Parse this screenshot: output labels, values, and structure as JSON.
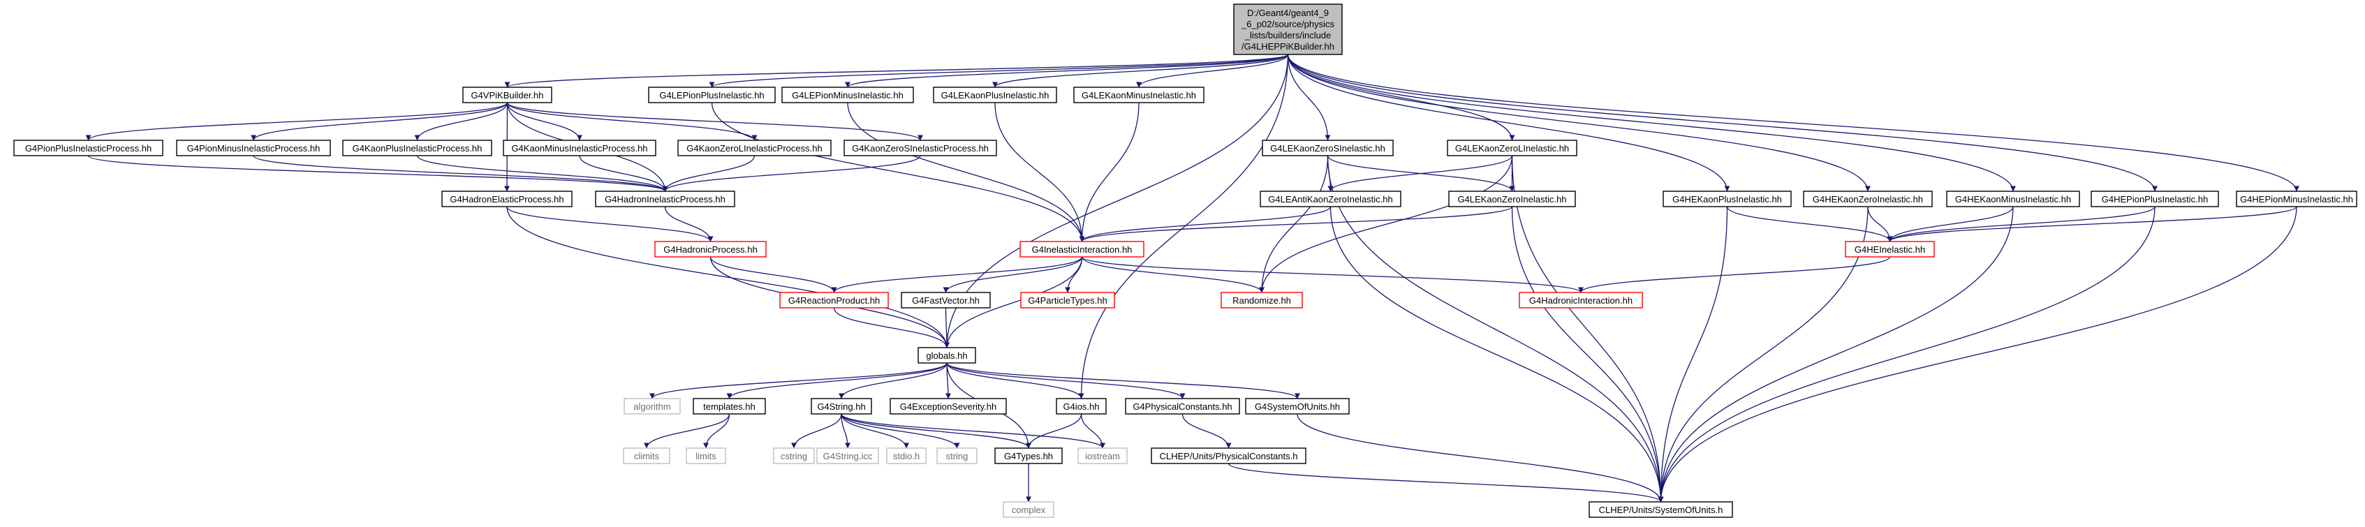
{
  "root_title_lines": [
    "D:/Geant4/geant4_9",
    "_6_p02/source/physics",
    "_lists/builders/include",
    "/G4LHEPPiKBuilder.hh"
  ],
  "colors": {
    "root_fill": "#bfbfbf",
    "normal_border": "#000000",
    "truncated_border": "#ff0000",
    "system_border": "#bfbfbf",
    "system_text": "#6e6e6e",
    "edge": "#191970"
  },
  "nodes": [
    {
      "id": "root",
      "kind": "root"
    },
    {
      "id": "vpik",
      "label": "G4VPiKBuilder.hh",
      "kind": "normal"
    },
    {
      "id": "lepip",
      "label": "G4LEPionPlusInelastic.hh",
      "kind": "normal"
    },
    {
      "id": "lepim",
      "label": "G4LEPionMinusInelastic.hh",
      "kind": "normal"
    },
    {
      "id": "lekp",
      "label": "G4LEKaonPlusInelastic.hh",
      "kind": "normal"
    },
    {
      "id": "lekm",
      "label": "G4LEKaonMinusInelastic.hh",
      "kind": "normal"
    },
    {
      "id": "lek0s",
      "label": "G4LEKaonZeroSInelastic.hh",
      "kind": "normal"
    },
    {
      "id": "lek0l",
      "label": "G4LEKaonZeroLInelastic.hh",
      "kind": "normal"
    },
    {
      "id": "pipip",
      "label": "G4PionPlusInelasticProcess.hh",
      "kind": "normal"
    },
    {
      "id": "pimip",
      "label": "G4PionMinusInelasticProcess.hh",
      "kind": "normal"
    },
    {
      "id": "kpip",
      "label": "G4KaonPlusInelasticProcess.hh",
      "kind": "normal"
    },
    {
      "id": "kmip",
      "label": "G4KaonMinusInelasticProcess.hh",
      "kind": "normal"
    },
    {
      "id": "k0lip",
      "label": "G4KaonZeroLInelasticProcess.hh",
      "kind": "normal"
    },
    {
      "id": "k0sip",
      "label": "G4KaonZeroSInelasticProcess.hh",
      "kind": "normal"
    },
    {
      "id": "hep",
      "label": "G4HadronElasticProcess.hh",
      "kind": "normal"
    },
    {
      "id": "hip",
      "label": "G4HadronInelasticProcess.hh",
      "kind": "normal"
    },
    {
      "id": "leak0",
      "label": "G4LEAntiKaonZeroInelastic.hh",
      "kind": "normal"
    },
    {
      "id": "lek0",
      "label": "G4LEKaonZeroInelastic.hh",
      "kind": "normal"
    },
    {
      "id": "hekp",
      "label": "G4HEKaonPlusInelastic.hh",
      "kind": "normal"
    },
    {
      "id": "hek0",
      "label": "G4HEKaonZeroInelastic.hh",
      "kind": "normal"
    },
    {
      "id": "hekm",
      "label": "G4HEKaonMinusInelastic.hh",
      "kind": "normal"
    },
    {
      "id": "hepip",
      "label": "G4HEPionPlusInelastic.hh",
      "kind": "normal"
    },
    {
      "id": "hepim",
      "label": "G4HEPionMinusInelastic.hh",
      "kind": "normal"
    },
    {
      "id": "hadproc",
      "label": "G4HadronicProcess.hh",
      "kind": "truncated"
    },
    {
      "id": "inelint",
      "label": "G4InelasticInteraction.hh",
      "kind": "truncated"
    },
    {
      "id": "heinel",
      "label": "G4HEInelastic.hh",
      "kind": "truncated"
    },
    {
      "id": "reacprod",
      "label": "G4ReactionProduct.hh",
      "kind": "truncated"
    },
    {
      "id": "fastvec",
      "label": "G4FastVector.hh",
      "kind": "normal"
    },
    {
      "id": "parttypes",
      "label": "G4ParticleTypes.hh",
      "kind": "truncated"
    },
    {
      "id": "randomize",
      "label": "Randomize.hh",
      "kind": "truncated"
    },
    {
      "id": "hadint",
      "label": "G4HadronicInteraction.hh",
      "kind": "truncated"
    },
    {
      "id": "globals",
      "label": "globals.hh",
      "kind": "normal"
    },
    {
      "id": "algorithm",
      "label": "algorithm",
      "kind": "system"
    },
    {
      "id": "templates",
      "label": "templates.hh",
      "kind": "normal"
    },
    {
      "id": "g4string",
      "label": "G4String.hh",
      "kind": "normal"
    },
    {
      "id": "excsev",
      "label": "G4ExceptionSeverity.hh",
      "kind": "normal"
    },
    {
      "id": "g4ios",
      "label": "G4ios.hh",
      "kind": "normal"
    },
    {
      "id": "physconst",
      "label": "G4PhysicalConstants.hh",
      "kind": "normal"
    },
    {
      "id": "sysunits",
      "label": "G4SystemOfUnits.hh",
      "kind": "normal"
    },
    {
      "id": "climits",
      "label": "climits",
      "kind": "system"
    },
    {
      "id": "limits",
      "label": "limits",
      "kind": "system"
    },
    {
      "id": "cstring",
      "label": "cstring",
      "kind": "system"
    },
    {
      "id": "g4stringicc",
      "label": "G4String.icc",
      "kind": "system"
    },
    {
      "id": "stdio",
      "label": "stdio.h",
      "kind": "system"
    },
    {
      "id": "string",
      "label": "string",
      "kind": "system"
    },
    {
      "id": "g4types",
      "label": "G4Types.hh",
      "kind": "normal"
    },
    {
      "id": "iostream",
      "label": "iostream",
      "kind": "system"
    },
    {
      "id": "clhepphys",
      "label": "CLHEP/Units/PhysicalConstants.h",
      "kind": "normal"
    },
    {
      "id": "complex",
      "label": "complex",
      "kind": "system"
    },
    {
      "id": "clhepsys",
      "label": "CLHEP/Units/SystemOfUnits.h",
      "kind": "normal"
    }
  ],
  "edges": [
    [
      "root",
      "vpik"
    ],
    [
      "root",
      "lepip"
    ],
    [
      "root",
      "lepim"
    ],
    [
      "root",
      "lekp"
    ],
    [
      "root",
      "lekm"
    ],
    [
      "root",
      "lek0s"
    ],
    [
      "root",
      "lek0l"
    ],
    [
      "root",
      "hekp"
    ],
    [
      "root",
      "hek0"
    ],
    [
      "root",
      "hekm"
    ],
    [
      "root",
      "hepip"
    ],
    [
      "root",
      "hepim"
    ],
    [
      "root",
      "globals"
    ],
    [
      "root",
      "g4ios"
    ],
    [
      "vpik",
      "pipip"
    ],
    [
      "vpik",
      "pimip"
    ],
    [
      "vpik",
      "kpip"
    ],
    [
      "vpik",
      "kmip"
    ],
    [
      "vpik",
      "k0lip"
    ],
    [
      "vpik",
      "k0sip"
    ],
    [
      "vpik",
      "hep"
    ],
    [
      "vpik",
      "hip"
    ],
    [
      "pipip",
      "hip"
    ],
    [
      "pimip",
      "hip"
    ],
    [
      "kpip",
      "hip"
    ],
    [
      "kmip",
      "hip"
    ],
    [
      "k0lip",
      "hip"
    ],
    [
      "k0sip",
      "hip"
    ],
    [
      "hep",
      "hadproc"
    ],
    [
      "hep",
      "globals"
    ],
    [
      "hip",
      "hadproc"
    ],
    [
      "hadproc",
      "reacprod"
    ],
    [
      "hadproc",
      "globals"
    ],
    [
      "lepip",
      "inelint"
    ],
    [
      "lepim",
      "inelint"
    ],
    [
      "lekp",
      "inelint"
    ],
    [
      "lekm",
      "inelint"
    ],
    [
      "lek0s",
      "leak0"
    ],
    [
      "lek0s",
      "lek0"
    ],
    [
      "lek0s",
      "randomize"
    ],
    [
      "lek0s",
      "clhepsys"
    ],
    [
      "lek0l",
      "leak0"
    ],
    [
      "lek0l",
      "lek0"
    ],
    [
      "lek0l",
      "randomize"
    ],
    [
      "lek0l",
      "clhepsys"
    ],
    [
      "leak0",
      "inelint"
    ],
    [
      "leak0",
      "clhepsys"
    ],
    [
      "lek0",
      "inelint"
    ],
    [
      "lek0",
      "clhepsys"
    ],
    [
      "inelint",
      "reacprod"
    ],
    [
      "inelint",
      "fastvec"
    ],
    [
      "inelint",
      "parttypes"
    ],
    [
      "inelint",
      "randomize"
    ],
    [
      "inelint",
      "hadint"
    ],
    [
      "inelint",
      "globals"
    ],
    [
      "reacprod",
      "globals"
    ],
    [
      "fastvec",
      "globals"
    ],
    [
      "hekp",
      "heinel"
    ],
    [
      "hekp",
      "clhepsys"
    ],
    [
      "hek0",
      "heinel"
    ],
    [
      "hek0",
      "clhepsys"
    ],
    [
      "hekm",
      "heinel"
    ],
    [
      "hekm",
      "clhepsys"
    ],
    [
      "hepip",
      "heinel"
    ],
    [
      "hepip",
      "clhepsys"
    ],
    [
      "hepim",
      "heinel"
    ],
    [
      "hepim",
      "clhepsys"
    ],
    [
      "heinel",
      "hadint"
    ],
    [
      "globals",
      "algorithm"
    ],
    [
      "globals",
      "templates"
    ],
    [
      "globals",
      "g4string"
    ],
    [
      "globals",
      "excsev"
    ],
    [
      "globals",
      "g4ios"
    ],
    [
      "globals",
      "physconst"
    ],
    [
      "globals",
      "sysunits"
    ],
    [
      "globals",
      "g4types"
    ],
    [
      "templates",
      "climits"
    ],
    [
      "templates",
      "limits"
    ],
    [
      "g4string",
      "cstring"
    ],
    [
      "g4string",
      "g4stringicc"
    ],
    [
      "g4string",
      "stdio"
    ],
    [
      "g4string",
      "string"
    ],
    [
      "g4string",
      "g4types"
    ],
    [
      "g4string",
      "iostream"
    ],
    [
      "g4ios",
      "g4types"
    ],
    [
      "g4ios",
      "iostream"
    ],
    [
      "physconst",
      "clhepphys"
    ],
    [
      "clhepphys",
      "clhepsys"
    ],
    [
      "sysunits",
      "clhepsys"
    ],
    [
      "g4types",
      "complex"
    ]
  ]
}
